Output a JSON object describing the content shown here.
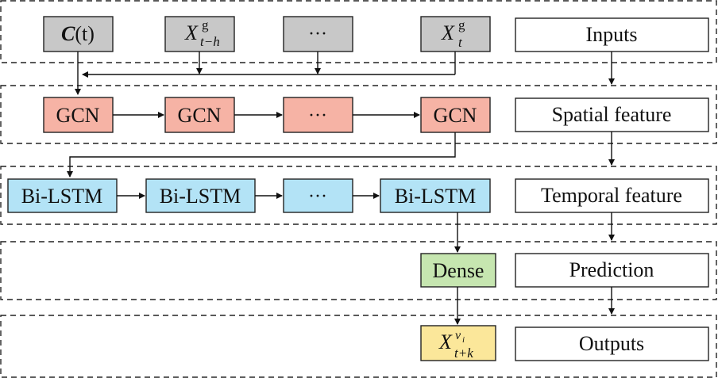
{
  "inputs": {
    "ct_main": "C",
    "ct_rest": "(t)",
    "xh_base": "X",
    "xh_sup": "g",
    "xh_sub": "t−h",
    "dots": "···",
    "xt_base": "X",
    "xt_sup": "g",
    "xt_sub": "t"
  },
  "gcn": [
    "GCN",
    "GCN",
    "···",
    "GCN"
  ],
  "lstm": [
    "Bi-LSTM",
    "Bi-LSTM",
    "···",
    "Bi-LSTM"
  ],
  "dense": "Dense",
  "output": {
    "base": "X",
    "sup_base": "v",
    "sup_sub": "i",
    "sub": "t+k"
  },
  "stages": [
    "Inputs",
    "Spatial feature",
    "Temporal feature",
    "Prediction",
    "Outputs"
  ],
  "colors": {
    "input_fill": "#c8c8c8",
    "gcn_fill": "#f6b3a5",
    "lstm_fill": "#b3e3f6",
    "dense_fill": "#c6e6b0",
    "output_fill": "#fbe79a"
  }
}
